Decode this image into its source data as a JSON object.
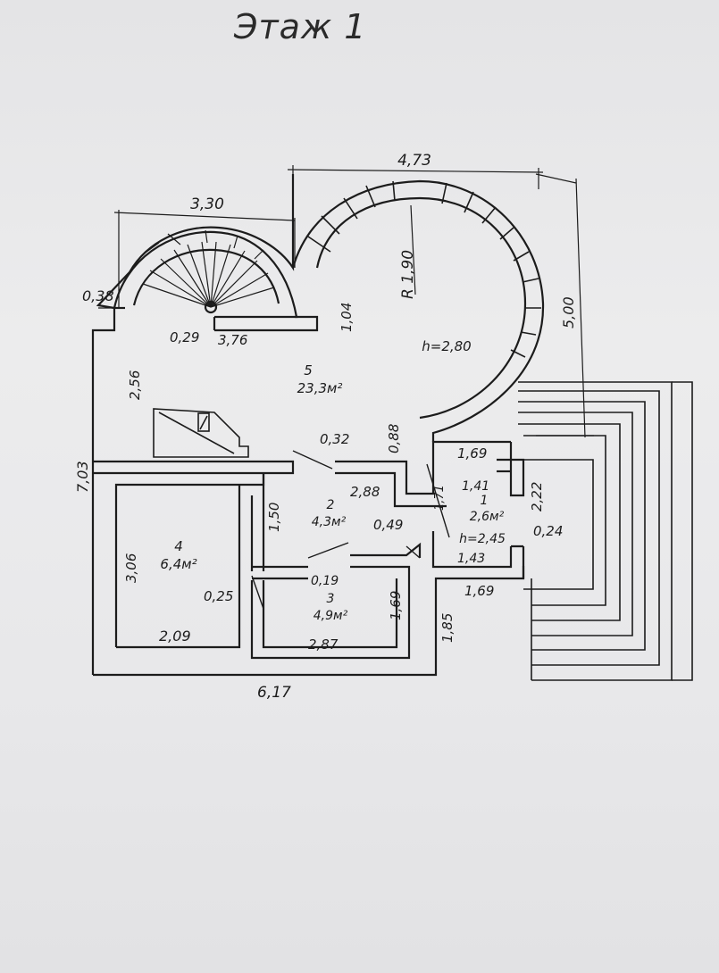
{
  "title": "Этаж 1",
  "colors": {
    "ink": "#1c1c1c",
    "paper": "#e8e8ea",
    "wall_fill": "#ffffff"
  },
  "rooms": [
    {
      "number": "5",
      "area": "23,3м²",
      "height": "h=2,80"
    },
    {
      "number": "2",
      "area": "4,3м²"
    },
    {
      "number": "1",
      "area": "2,6м²",
      "height": "h=2,45"
    },
    {
      "number": "4",
      "area": "6,4м²"
    },
    {
      "number": "3",
      "area": "4,9м²"
    }
  ],
  "dimensions": {
    "top_right": "4,73",
    "top_left": "3,30",
    "radius": "R 1,90",
    "d_0_38": "0,38",
    "d_0_29": "0,29",
    "d_3_76": "3,76",
    "d_1_04": "1,04",
    "d_5_00": "5,00",
    "d_2_56": "2,56",
    "d_0_32": "0,32",
    "d_0_88": "0,88",
    "d_1_69_top": "1,69",
    "d_1_41": "1,41",
    "d_2_22": "2,22",
    "d_7_03": "7,03",
    "d_2_88": "2,88",
    "d_1_71": "1,71",
    "d_1_50": "1,50",
    "d_0_49": "0,49",
    "d_0_24": "0,24",
    "d_1_43": "1,43",
    "d_3_06": "3,06",
    "d_0_19": "0,19",
    "d_1_69_bottom": "1,69",
    "d_1_69_room3": "1,69",
    "d_0_25": "0,25",
    "d_1_85": "1,85",
    "d_2_09": "2,09",
    "d_2_87": "2,87",
    "d_6_17": "6,17"
  }
}
